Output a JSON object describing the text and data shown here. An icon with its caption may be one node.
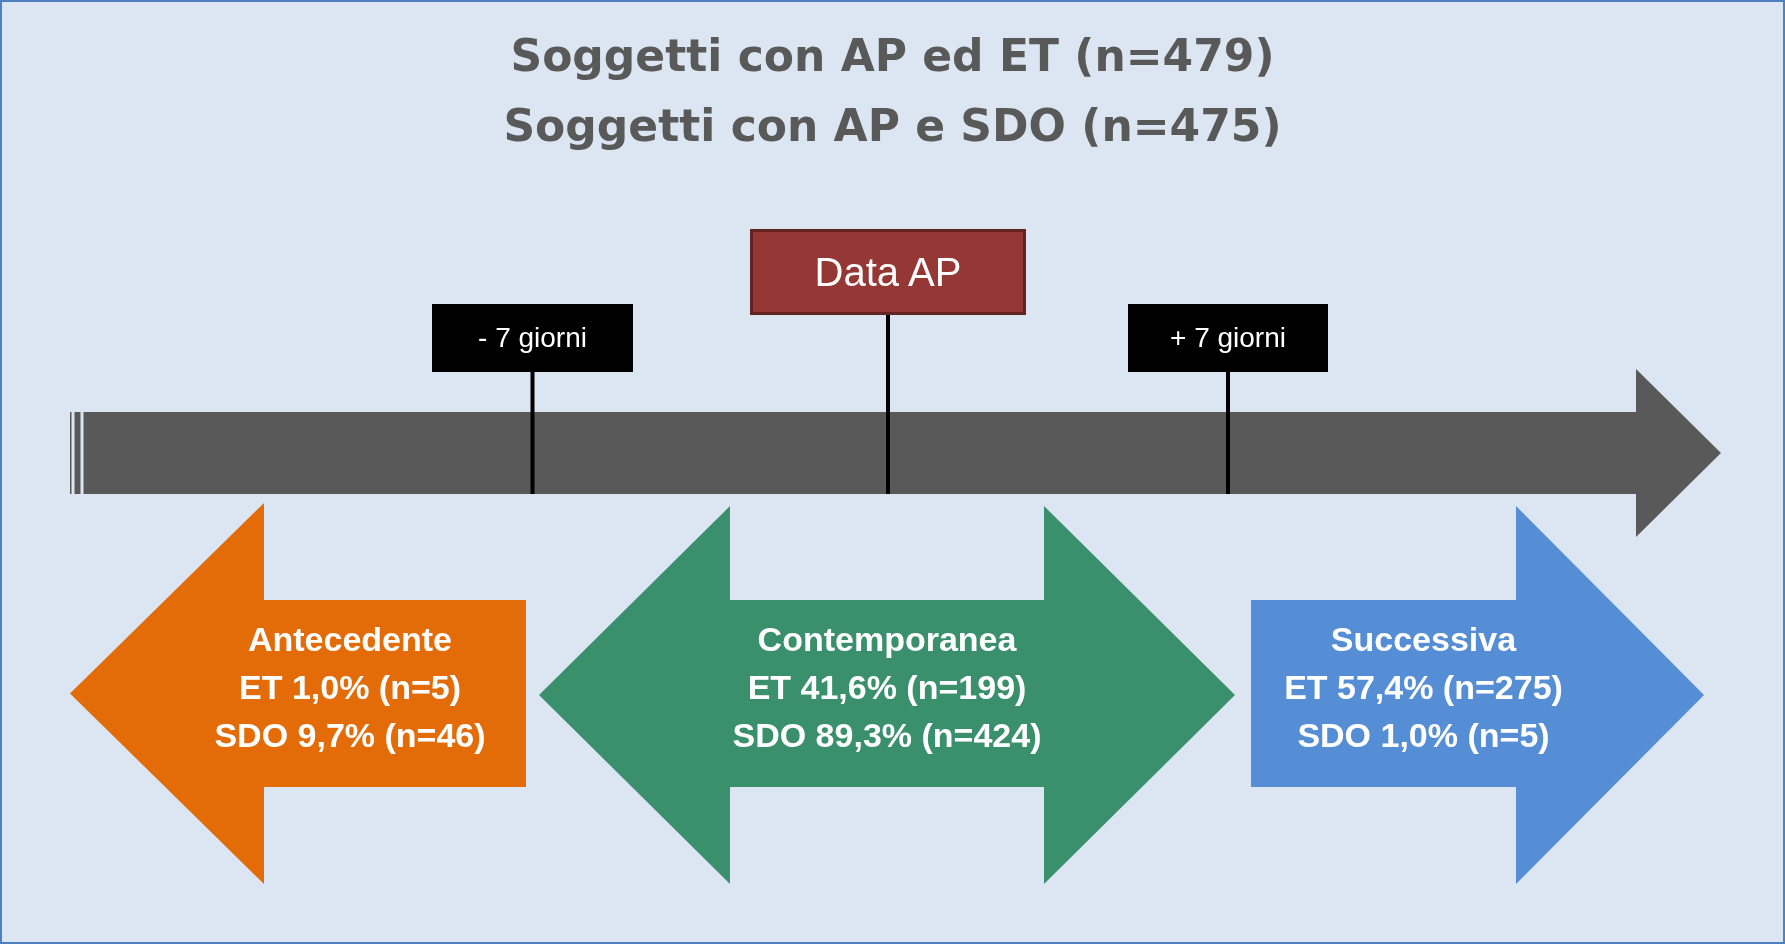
{
  "diagram": {
    "nodes": [
      {
        "text": [
          "Data AP"
        ]
      },
      {
        "text": [
          "- 7 giorni"
        ]
      },
      {
        "text": [
          "+ 7 giorni"
        ]
      },
      {
        "text": [],
        "shape": "arrow"
      },
      {
        "text": [
          "Antecedente",
          "ET 1,0% (n=5)",
          "SDO 9,7% (n=46)"
        ]
      },
      {
        "text": [
          "Contemporanea",
          "ET  41,6% (n=199)",
          "SDO 89,3% (n=424)"
        ]
      },
      {
        "text": [
          "Successiva",
          "ET 57,4% (n=275)",
          "SDO 1,0% (n=5)"
        ]
      }
    ],
    "edges": [
      {
        "from": 1,
        "to": 3,
        "arrow": "none"
      },
      {
        "from": 0,
        "to": 3,
        "arrow": "none"
      },
      {
        "from": 2,
        "to": 3,
        "arrow": "none"
      }
    ],
    "labels": [
      "Soggetti con AP ed ET (n=479)",
      "Soggetti con AP e SDO (n=475)"
    ]
  }
}
